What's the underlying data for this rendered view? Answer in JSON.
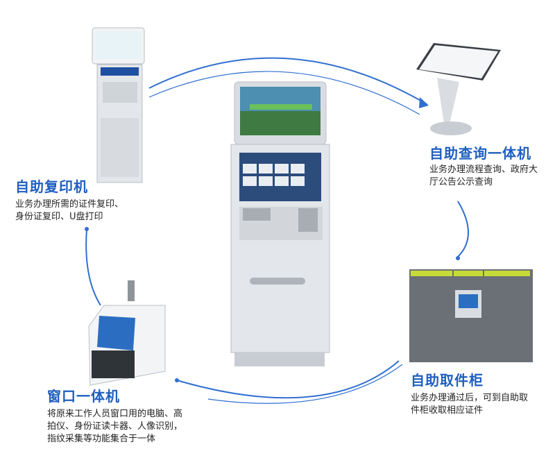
{
  "accent_color": "#1f5fbf",
  "orbit_color": "#1f5fbf",
  "features": {
    "copy": {
      "title": "自助复印机",
      "desc": "业务办理所需的证件复印、\n身份证复印、U盘打印"
    },
    "query": {
      "title": "自助查询一体机",
      "desc": "业务办理流程查询、政府大\n厅公告公示查询"
    },
    "window": {
      "title": "窗口一体机",
      "desc": "将原来工作人员窗口用的电脑、高\n拍仪、身份证读卡器、人像识别，\n指纹采集等功能集合于一体"
    },
    "pickup": {
      "title": "自助取件柜",
      "desc": "业务办理通过后，可到自助取\n件柜收取相应证件"
    }
  }
}
